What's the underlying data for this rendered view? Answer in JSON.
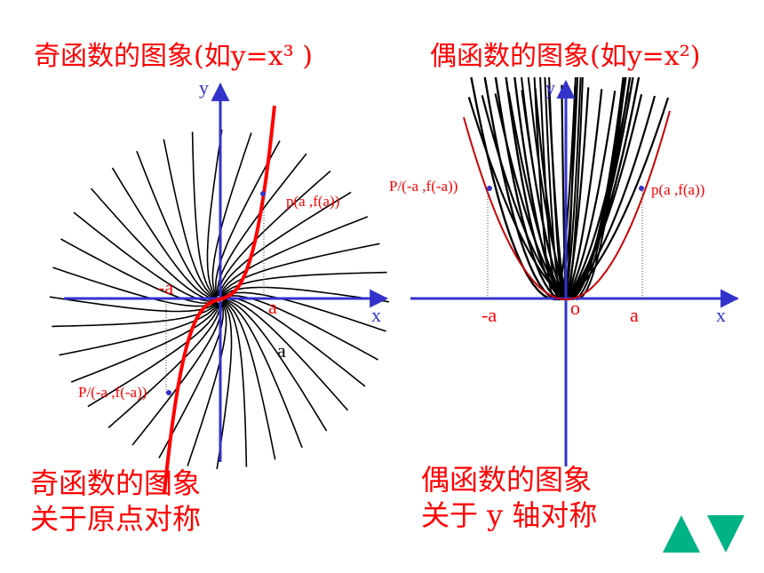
{
  "left": {
    "title": "奇函数的图象(如y=x³ )",
    "axis_x": "x",
    "axis_y": "y",
    "label_neg_a": "-a",
    "label_a": "a",
    "label_a2": "a",
    "label_p": "p(a ,f(a))",
    "label_pp": "P/(-a ,f(-a))",
    "caption_line1": "奇函数的图象",
    "caption_line2": "关于原点对称"
  },
  "right": {
    "title": "偶函数的图象(如y=x²)",
    "axis_x": "x",
    "axis_y": "y",
    "label_neg_a": "-a",
    "label_a": "a",
    "label_o": "o",
    "label_p": "p(a ,f(a))",
    "label_pp": "P/(-a ,f(-a))",
    "caption_line1": "偶函数的图象",
    "caption_line2": "关于 y 轴对称"
  },
  "colors": {
    "curve": "#ff0000",
    "axis": "#3333cc",
    "label": "#ff0000",
    "nav": "#00b386"
  },
  "nav": {
    "prev_icon": "triangle-up-icon",
    "next_icon": "triangle-down-icon"
  }
}
